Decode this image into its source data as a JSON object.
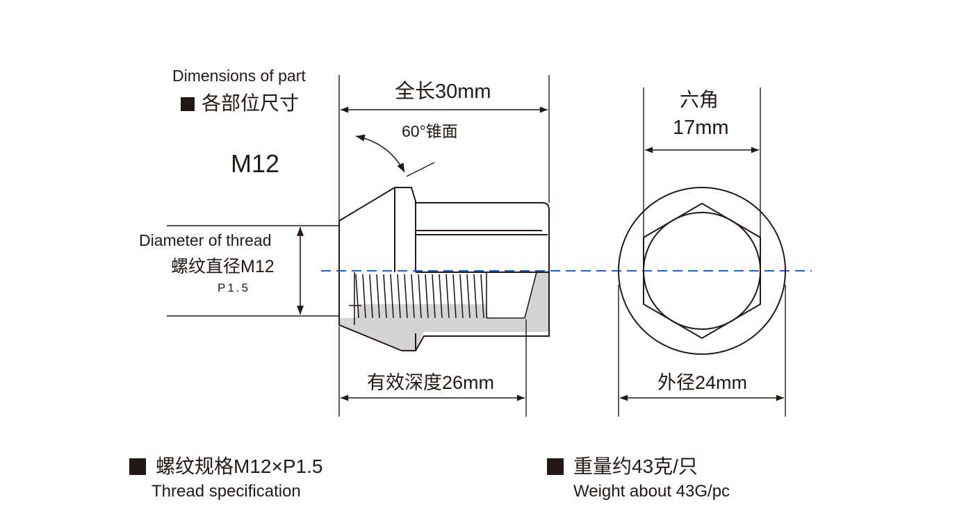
{
  "header": {
    "dimensions_en": "Dimensions of part",
    "dimensions_cn": "各部位尺寸"
  },
  "model": "M12",
  "labels": {
    "total_length": "全长30mm",
    "cone_angle": "60°锥面",
    "thread_diameter_en": "Diameter of thread",
    "thread_diameter_cn": "螺纹直径M12",
    "thread_pitch": "P1.5",
    "effective_depth": "有效深度26mm",
    "hex_cn": "六角",
    "hex_size": "17mm",
    "outer_diameter": "外径24mm"
  },
  "specs": {
    "thread_spec_cn": "螺纹规格M12×P1.5",
    "thread_spec_en": "Thread specification",
    "weight_cn": "重量约43克/只",
    "weight_en": "Weight about 43G/pc"
  },
  "colors": {
    "ink": "#231815",
    "centerline": "#2b5fb4",
    "section_fill": "#d4d4d4"
  }
}
